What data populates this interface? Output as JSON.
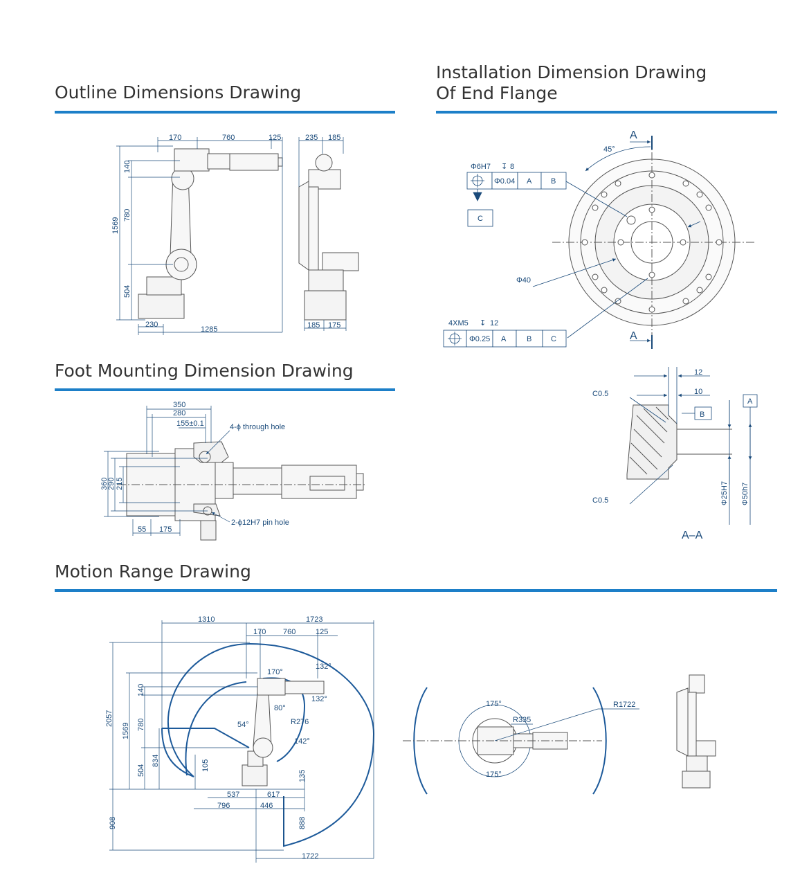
{
  "titles": {
    "outline": "Outline Dimensions Drawing",
    "flange_line1": "Installation Dimension Drawing",
    "flange_line2": "Of End Flange",
    "foot": "Foot Mounting Dimension Drawing",
    "motion": "Motion Range Drawing"
  },
  "colors": {
    "accent": "#1d7fc8",
    "dimension": "#1a4a7a",
    "outline": "#555555"
  },
  "outline": {
    "top_dims": [
      "170",
      "760",
      "125"
    ],
    "side_dims": [
      "140",
      "780",
      "1569",
      "504"
    ],
    "bottom_dims": [
      "230",
      "1285"
    ],
    "side_view_top": [
      "235",
      "185"
    ],
    "side_view_bottom": [
      "185",
      "175"
    ]
  },
  "flange": {
    "angle": "45°",
    "section_mark": "A",
    "hole1_spec": "Φ6H7",
    "hole1_depth": "8",
    "fcf1": [
      "Φ0.04",
      "A",
      "B"
    ],
    "datum_c": "C",
    "dia_label": "Φ40",
    "hole2_spec": "4XM5",
    "hole2_depth": "12",
    "fcf2": [
      "Φ0.25",
      "A",
      "B",
      "C"
    ]
  },
  "section": {
    "dim_top": "12",
    "dim_mid": "10",
    "chamfer_top": "C0.5",
    "chamfer_bottom": "C0.5",
    "datum_b": "B",
    "datum_a": "A",
    "dia1": "Φ25H7",
    "dia2": "Φ50h7",
    "title": "A–A"
  },
  "foot": {
    "top_dims": [
      "350",
      "280",
      "155±0.1"
    ],
    "through_hole": "4-ϕ through hole",
    "side_dims": [
      "360",
      "290",
      "215"
    ],
    "bottom_dims": [
      "55",
      "175"
    ],
    "pin_hole": "2-ϕ12H7 pin hole"
  },
  "motion": {
    "top_dims": [
      "1310",
      "1723",
      "170",
      "760",
      "125"
    ],
    "angles": [
      "170°",
      "132°",
      "132°",
      "80°",
      "54°",
      "142°"
    ],
    "radius": "R276",
    "left_dims": [
      "2057",
      "1569",
      "140",
      "780",
      "834",
      "504",
      "105",
      "908"
    ],
    "bottom_dims": [
      "537",
      "617",
      "796",
      "446",
      "1722"
    ],
    "vert_dims": [
      "135",
      "888"
    ],
    "top_view_angles": [
      "175°",
      "175°"
    ],
    "top_view_r1": "R335",
    "top_view_r2": "R1722"
  }
}
